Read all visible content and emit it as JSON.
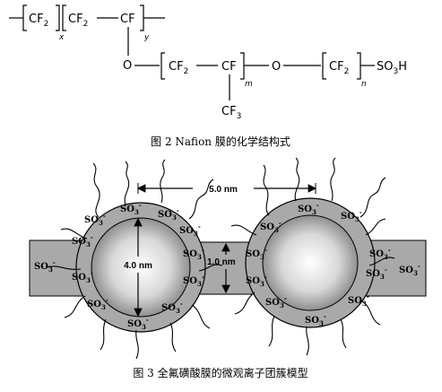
{
  "formula": {
    "cf2_1": "CF",
    "cf2_1_sub": "2",
    "x": "x",
    "cf2_2": "CF",
    "cf2_2_sub": "2",
    "cf_1": "CF",
    "y": "y",
    "o_1": "O",
    "cf2_3": "CF",
    "cf2_3_sub": "2",
    "cf_2": "CF",
    "m": "m",
    "o_2": "O",
    "cf2_4": "CF",
    "cf2_4_sub": "2",
    "n": "n",
    "so3h": "SO",
    "so3h_sub": "3",
    "so3h_h": "H",
    "cf3": "CF",
    "cf3_sub": "3"
  },
  "caption_fig2": "图 2   Nafion 膜的化学结构式",
  "model": {
    "dim_5nm": "5.0 nm",
    "dim_4nm": "4.0 nm",
    "dim_1nm": "1.0 nm",
    "so3_label": "SO",
    "so3_sub": "3",
    "so3_charge": "-"
  },
  "caption_fig3": "图 3   全氟磺酸膜的微观离子团簇模型",
  "colors": {
    "shell": "#a9a9a9",
    "core_center": "#ffffff",
    "core_edge": "#8f8f8f",
    "channel": "#a9a9a9",
    "line": "#000000"
  }
}
